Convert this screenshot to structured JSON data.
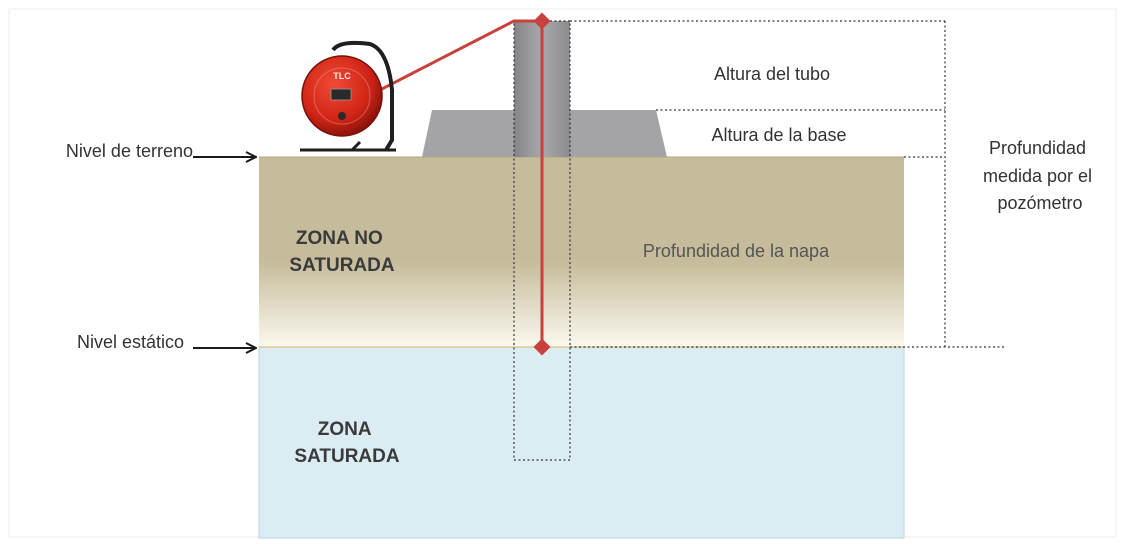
{
  "labels": {
    "tube_height": "Altura del tubo",
    "base_height": "Altura de la base",
    "measured_depth": [
      "Profundidad",
      "medida por el",
      "pozómetro"
    ],
    "ground_level": "Nivel de terreno",
    "static_level": "Nivel estático",
    "water_table_depth": "Profundidad de la napa",
    "unsaturated_zone": [
      "ZONA NO",
      "SATURADA"
    ],
    "saturated_zone": [
      "ZONA",
      "SATURADA"
    ]
  },
  "device_label": "TLC",
  "colors": {
    "soil": "#c6bc9b",
    "water": "#dbedf3",
    "base": "#a4a4a6",
    "tube": "#9a9a9c",
    "tape": "#c9413c",
    "reel": "#d42a1c",
    "frame": "#1f1f1f"
  }
}
